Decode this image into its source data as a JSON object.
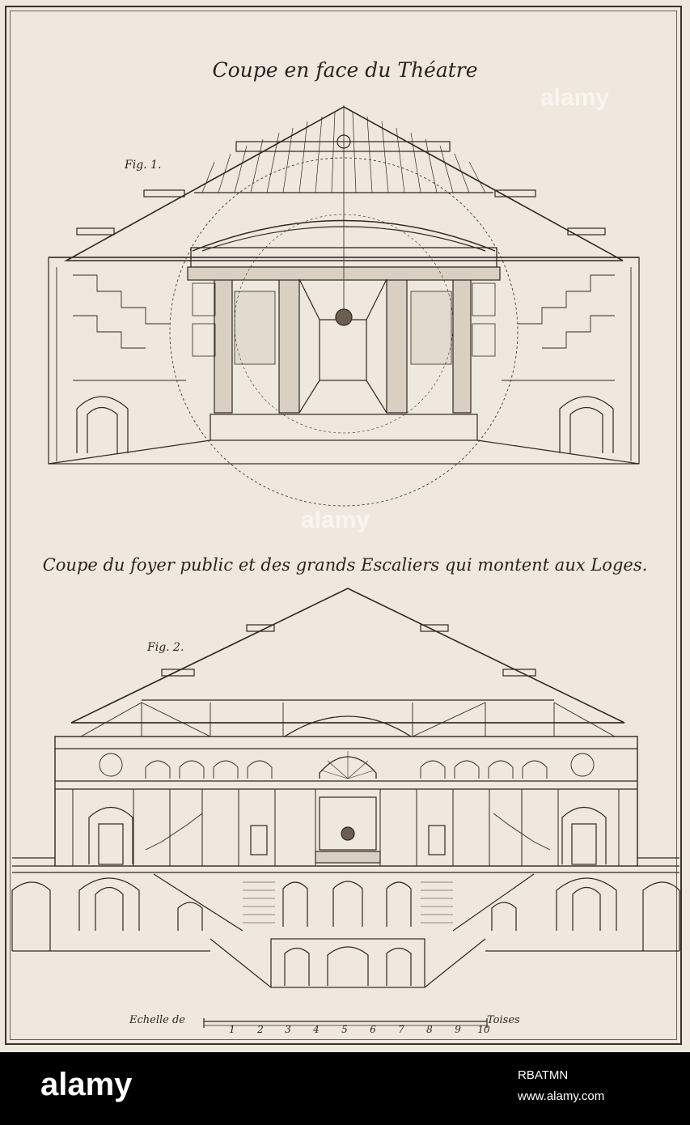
{
  "plate": {
    "title_top": "Coupe en face du Théatre",
    "fig1_label": "Fig. 1.",
    "title_bottom": "Coupe du foyer public et des grands Escaliers qui montent aux Loges.",
    "fig2_label": "Fig. 2.",
    "scale_left": "Echelle de",
    "scale_right": "Toises",
    "scale_numbers": [
      "1",
      "2",
      "3",
      "4",
      "5",
      "6",
      "7",
      "8",
      "9",
      "10"
    ]
  },
  "watermark": {
    "text1": "alamy",
    "text2": "alamy"
  },
  "footer": {
    "logo": "alamy",
    "image_id": "RBATMN",
    "url": "www.alamy.com"
  },
  "colors": {
    "paper": "#efe8de",
    "ink": "#2a241f",
    "footer": "#000000"
  }
}
